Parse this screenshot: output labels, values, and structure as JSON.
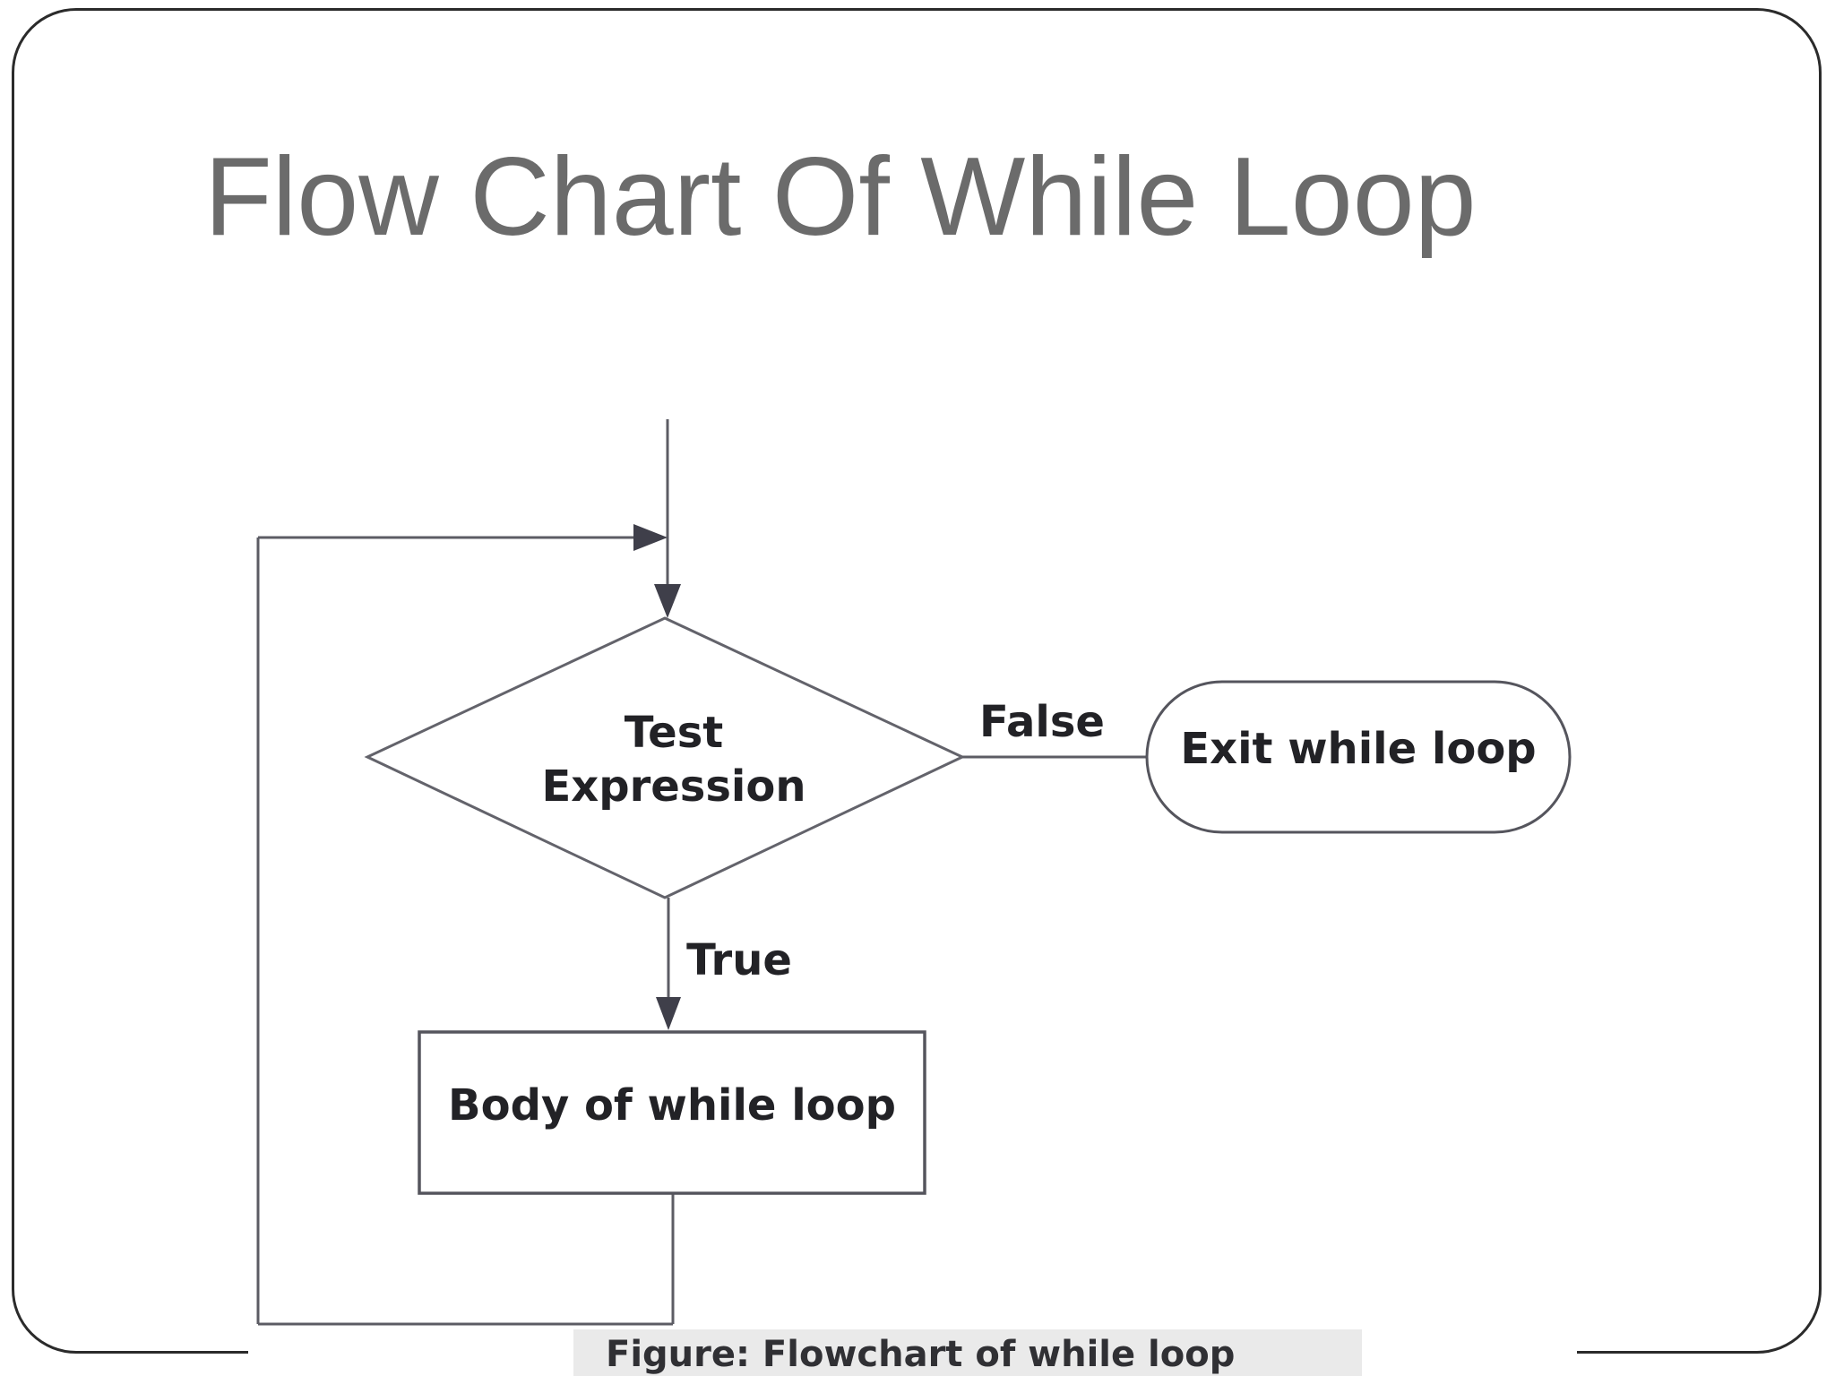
{
  "slide": {
    "title": "Flow Chart Of While Loop",
    "title_color": "#6b6b6b",
    "background": "#ffffff",
    "border_color": "#2b2b2b"
  },
  "flowchart": {
    "nodes": {
      "decision": {
        "label": "Test Expression",
        "shape": "diamond"
      },
      "exit": {
        "label": "Exit while loop",
        "shape": "stadium"
      },
      "body": {
        "label": "Body of while loop",
        "shape": "rect"
      }
    },
    "edges": {
      "false_label": "False",
      "true_label": "True"
    },
    "caption": "Figure: Flowchart of while loop",
    "colors": {
      "line": "#5c5c64",
      "arrow": "#3f3f4a",
      "label_text": "#222226",
      "caption_bg": "#eaeaea"
    }
  }
}
